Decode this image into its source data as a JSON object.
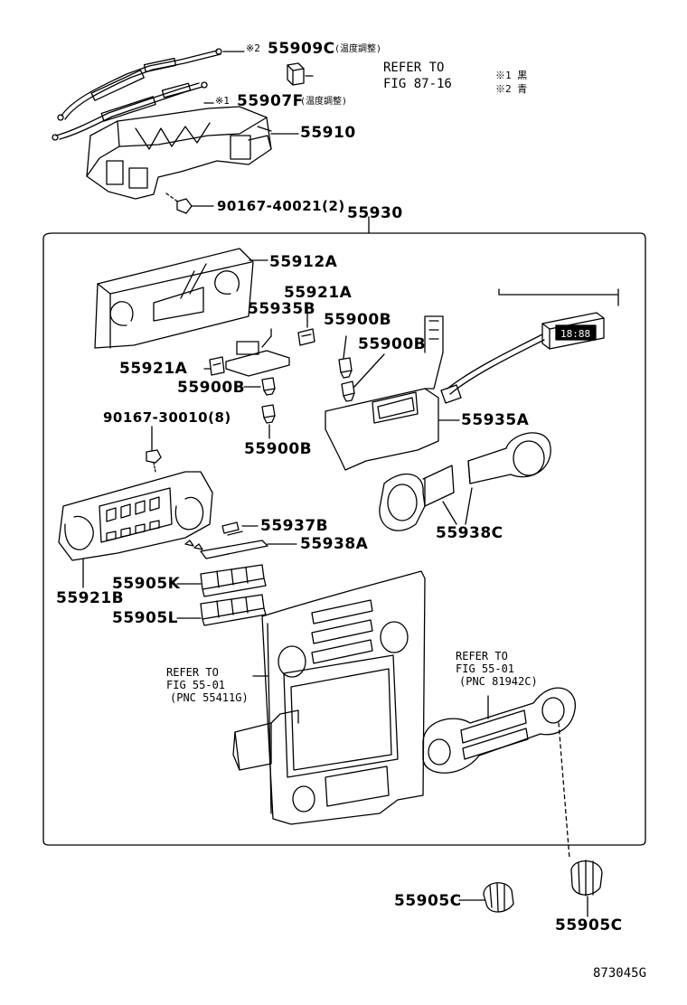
{
  "labels": {
    "p55909c": "55909C",
    "p55909c_note": "(温度調整)",
    "p55909c_mark": "※2",
    "p55907f": "55907F",
    "p55907f_note": "(温度調整)",
    "p55907f_mark": "※1",
    "p55910": "55910",
    "p90167_40021": "90167-40021(2)",
    "p55930": "55930",
    "p55912a": "55912A",
    "p55921a_top": "55921A",
    "p55935b": "55935B",
    "p55900b_1": "55900B",
    "p55900b_2": "55900B",
    "p55921a_left": "55921A",
    "p55900b_3": "55900B",
    "p90167_30010": "90167-30010(8)",
    "p55900b_4": "55900B",
    "p55935a": "55935A",
    "p55937b": "55937B",
    "p55938a": "55938A",
    "p55938c": "55938C",
    "p55921b": "55921B",
    "p55905k": "55905K",
    "p55905l": "55905L",
    "p55905c_left": "55905C",
    "p55905c_right": "55905C",
    "drawing_no": "873045G"
  },
  "refs": {
    "fig87_line1": "REFER TO",
    "fig87_line2": "FIG 87-16",
    "legend_1": "※1 黒",
    "legend_2": "※2 青",
    "left_line1": "REFER TO",
    "left_line2": "FIG 55-01",
    "left_line3": "(PNC 55411G)",
    "right_line1": "REFER TO",
    "right_line2": "FIG 55-01",
    "right_line3": "(PNC 81942C)"
  },
  "lcd_text": "18:88"
}
